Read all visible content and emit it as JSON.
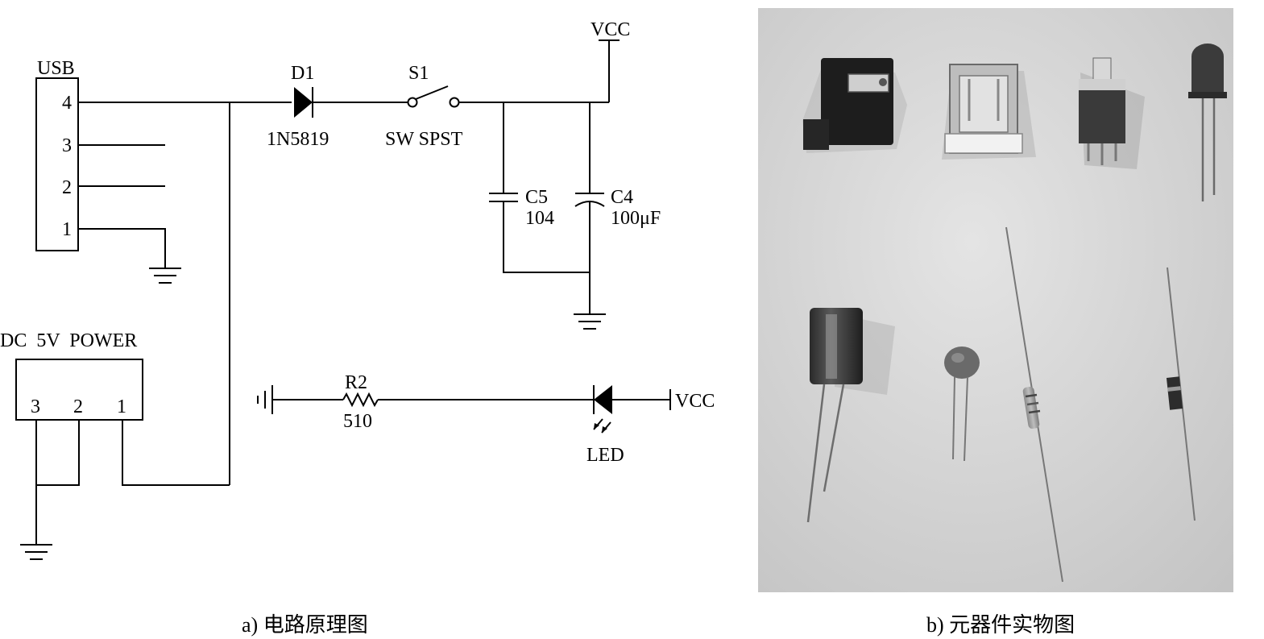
{
  "schematic": {
    "usb_label": "USB",
    "usb_pins": [
      "4",
      "3",
      "2",
      "1"
    ],
    "dc_label": "DC  5V  POWER",
    "dc_pins": [
      "3",
      "2",
      "1"
    ],
    "d1_ref": "D1",
    "d1_value": "1N5819",
    "s1_ref": "S1",
    "s1_value": "SW SPST",
    "vcc_top": "VCC",
    "c5_ref": "C5",
    "c5_value": "104",
    "c4_ref": "C4",
    "c4_value": "100μF",
    "r2_ref": "R2",
    "r2_value": "510",
    "led_label": "LED",
    "vcc_right": "VCC"
  },
  "captions": {
    "a": "a) 电路原理图",
    "b": "b) 元器件实物图"
  },
  "colors": {
    "line": "#000000",
    "photo_background": "#d6d6d6"
  }
}
